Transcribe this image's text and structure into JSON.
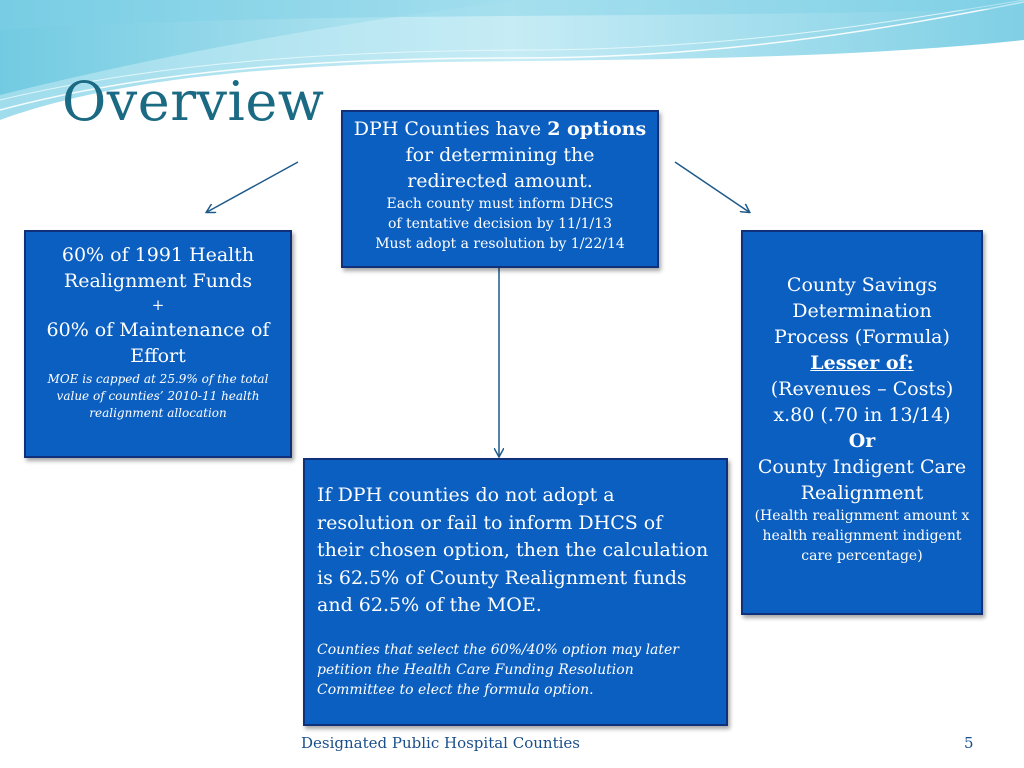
{
  "slide": {
    "title": "Overview",
    "top_box": {
      "line1_pre": "DPH Counties have ",
      "line1_bold": "2 options",
      "line2": "for determining the",
      "line3": "redirected amount.",
      "line4": "Each county must inform DHCS",
      "line5": "of tentative decision by 11/1/13",
      "line6": "Must adopt a resolution by 1/22/14"
    },
    "left_box": {
      "line1": "60% of 1991 Health",
      "line2": "Realignment Funds",
      "plus": "+",
      "line3": "60% of Maintenance of",
      "line4": "Effort",
      "note": "MOE is capped at 25.9% of the total value of counties’ 2010-11 health realignment allocation"
    },
    "right_box": {
      "line1": "County Savings",
      "line2": "Determination",
      "line3": "Process (Formula)",
      "lesser": "Lesser of:",
      "line4": "(Revenues – Costs)",
      "line5": "x.80 (.70 in 13/14)",
      "or": "Or",
      "line6": "County Indigent Care",
      "line7": "Realignment",
      "note": "(Health realignment amount x health realignment indigent care percentage)"
    },
    "bottom_box": {
      "main": "If DPH counties do not adopt a resolution or fail to inform DHCS of their chosen option, then the calculation is 62.5% of County Realignment funds and 62.5% of the MOE.",
      "note": "Counties that select the 60%/40% option may later petition the Health Care Funding Resolution Committee to elect the formula option."
    },
    "footer_text": "Designated Public Hospital Counties",
    "page_number": "5"
  },
  "colors": {
    "box_fill": "#0b5fc0",
    "box_border": "#10307a",
    "title": "#1b6a83",
    "arrow": "#1d5a8a"
  }
}
